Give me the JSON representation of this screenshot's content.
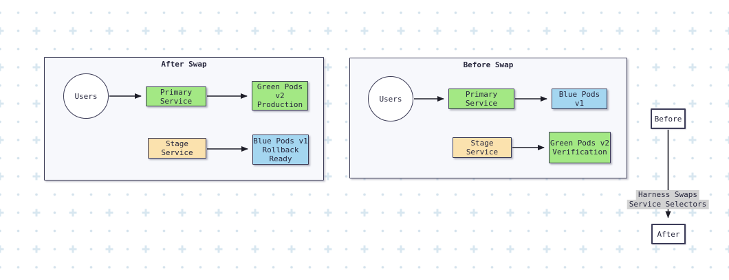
{
  "colors": {
    "green_node": "#a3e884",
    "blue_node": "#a4d6f0",
    "tan_node": "#fbe2ae",
    "node_border": "#3a3a55",
    "connector": "#1d1d28",
    "panel_bg": "#f7f8fc",
    "grid_plus": "#d8e7f0",
    "grid_dot": "#d3e2ec",
    "edge_label_bg": "#d2d2d2",
    "text": "#26263c"
  },
  "after_panel": {
    "title": "After Swap",
    "users": "Users",
    "primary_service": "Primary Service",
    "prod_line1": "Green Pods v2",
    "prod_line2": "Production",
    "stage_service": "Stage Service",
    "rollback_line1": "Blue Pods v1",
    "rollback_line2": "Rollback Ready"
  },
  "before_panel": {
    "title": "Before Swap",
    "users": "Users",
    "primary_service": "Primary Service",
    "blue_pods": "Blue Pods v1",
    "stage_service": "Stage Service",
    "verify_line1": "Green Pods v2",
    "verify_line2": "Verification"
  },
  "swap_flow": {
    "before_label": "Before",
    "after_label": "After",
    "edge_label_line1": "Harness Swaps",
    "edge_label_line2": "Service Selectors"
  }
}
